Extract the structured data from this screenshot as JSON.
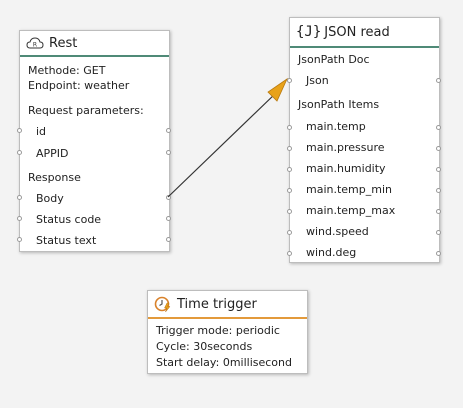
{
  "rest": {
    "title": "Rest",
    "methode": "Methode: GET",
    "endpoint": "Endpoint: weather",
    "req_params_label": "Request parameters:",
    "params": [
      "id",
      "APPID"
    ],
    "response_label": "Response",
    "outputs": [
      "Body",
      "Status code",
      "Status text"
    ]
  },
  "json_read": {
    "title": "JSON read",
    "icon_text": "{J}",
    "doc_label": "JsonPath Doc",
    "doc_input": "Json",
    "items_label": "JsonPath Items",
    "items": [
      "main.temp",
      "main.pressure",
      "main.humidity",
      "main.temp_min",
      "main.temp_max",
      "wind.speed",
      "wind.deg"
    ]
  },
  "time_trigger": {
    "title": "Time trigger",
    "lines": [
      "Trigger mode: periodic",
      "Cycle: 30seconds",
      "Start delay: 0millisecond"
    ]
  },
  "colors": {
    "header_underline": "#4f8a77",
    "trigger_underline": "#e39a3b",
    "arrow": "#e8a21a"
  },
  "icons": {
    "rest": "rest-cloud-icon",
    "json": "json-braces-icon",
    "trigger": "clock-lightning-icon"
  }
}
